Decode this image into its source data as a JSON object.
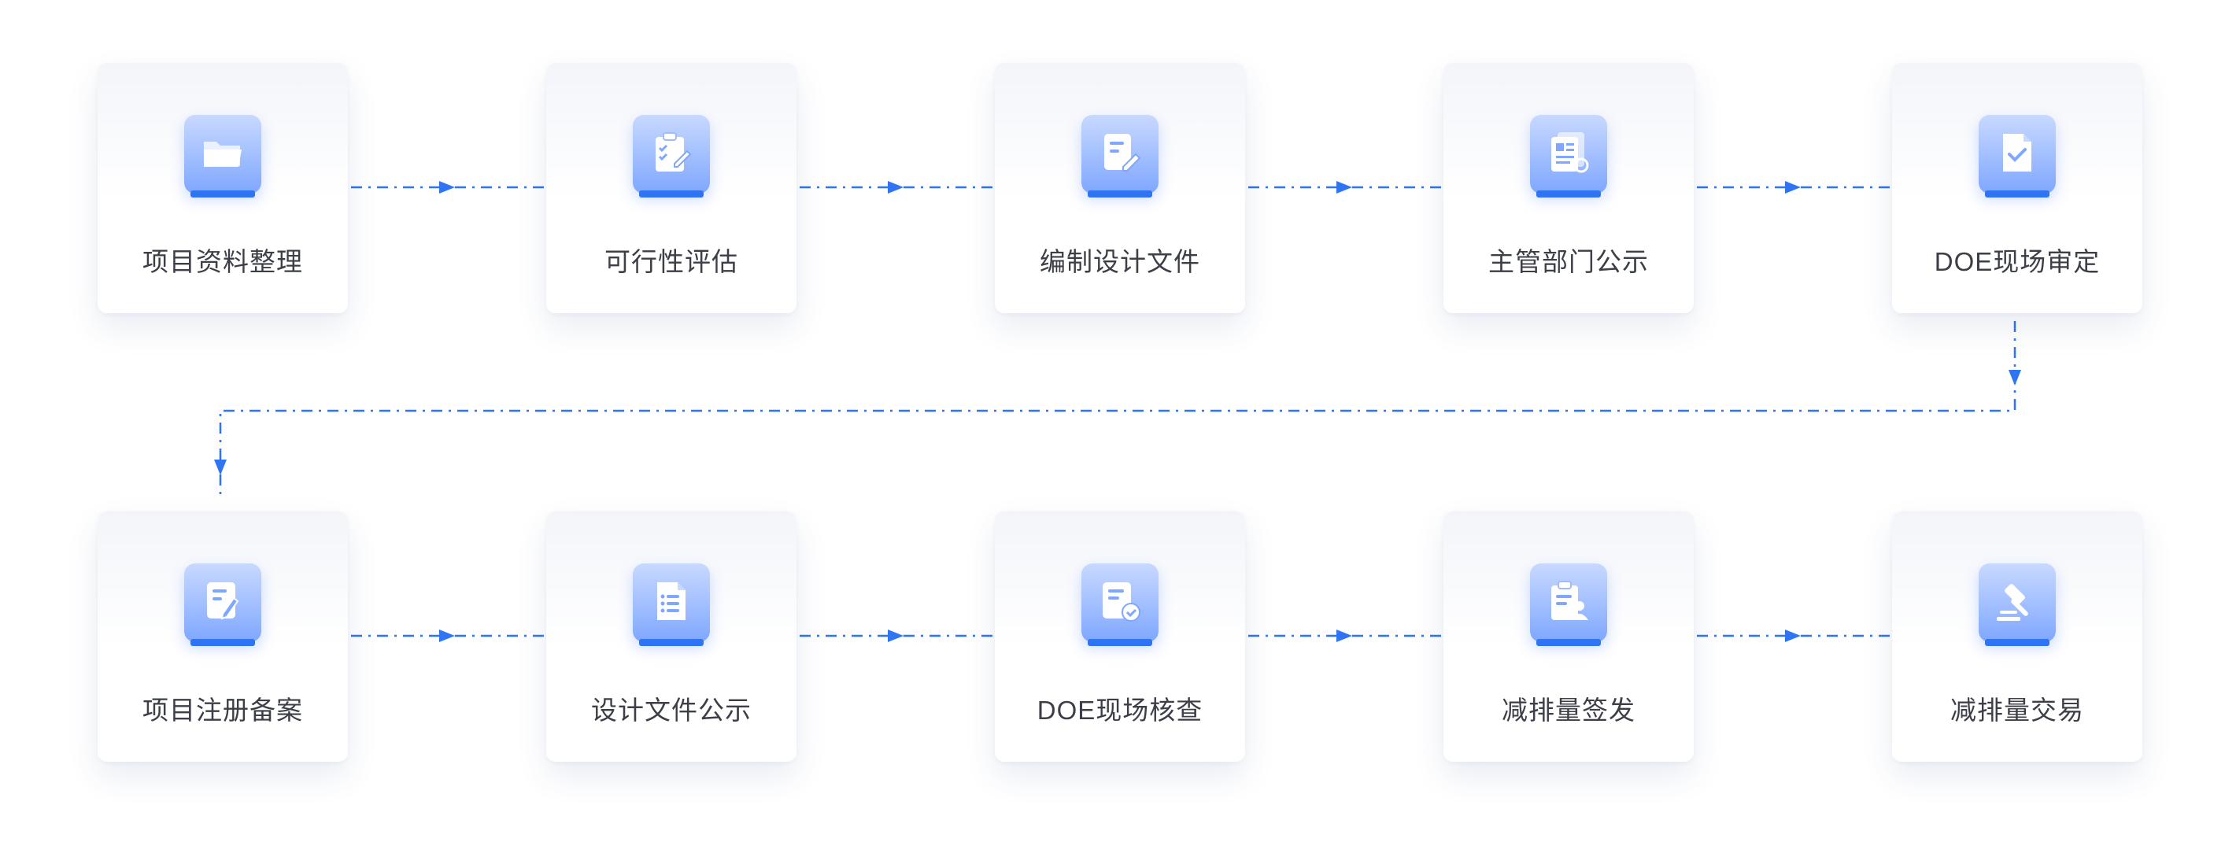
{
  "steps": [
    {
      "label": "项目资料整理",
      "icon": "folder-icon"
    },
    {
      "label": "可行性评估",
      "icon": "clipboard-check-icon"
    },
    {
      "label": "编制设计文件",
      "icon": "document-edit-icon"
    },
    {
      "label": "主管部门公示",
      "icon": "document-stack-icon"
    },
    {
      "label": "DOE现场审定",
      "icon": "document-check-icon"
    },
    {
      "label": "项目注册备案",
      "icon": "document-pen-icon"
    },
    {
      "label": "设计文件公示",
      "icon": "document-list-icon"
    },
    {
      "label": "DOE现场核查",
      "icon": "document-badge-icon"
    },
    {
      "label": "减排量签发",
      "icon": "clipboard-user-icon"
    },
    {
      "label": "减排量交易",
      "icon": "gavel-icon"
    }
  ],
  "colors": {
    "connector": "#2f74f2",
    "label": "#3c3f47",
    "icon_accent": "#2f74f2"
  }
}
